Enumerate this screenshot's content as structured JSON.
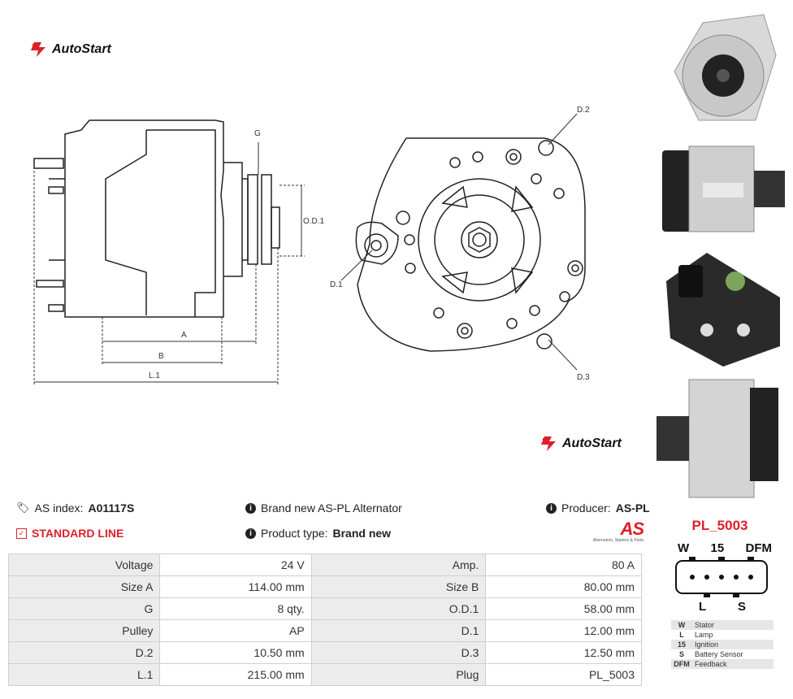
{
  "brand": {
    "name": "AutoStart"
  },
  "drawing_labels": {
    "g": "G",
    "od1": "O.D.1",
    "a": "A",
    "b": "B",
    "l1": "L.1",
    "d1": "D.1",
    "d2": "D.2",
    "d3": "D.3"
  },
  "info": {
    "as_index_label": "AS index:",
    "as_index_value": "A01117S",
    "standard_line": "STANDARD LINE",
    "brand_new_text": "Brand new AS-PL Alternator",
    "product_type_label": "Product type:",
    "product_type_value": "Brand new",
    "producer_label": "Producer:",
    "producer_value": "AS-PL",
    "as_logo_text": "AS",
    "as_logo_tagline": "Alternators, Starters & Parts"
  },
  "specs": [
    [
      {
        "label": "Voltage",
        "value": "24 V"
      },
      {
        "label": "Amp.",
        "value": "80 A"
      }
    ],
    [
      {
        "label": "Size A",
        "value": "114.00 mm"
      },
      {
        "label": "Size B",
        "value": "80.00 mm"
      }
    ],
    [
      {
        "label": "G",
        "value": "8 qty."
      },
      {
        "label": "O.D.1",
        "value": "58.00 mm"
      }
    ],
    [
      {
        "label": "Pulley",
        "value": "AP"
      },
      {
        "label": "D.1",
        "value": "12.00 mm"
      }
    ],
    [
      {
        "label": "D.2",
        "value": "10.50 mm"
      },
      {
        "label": "D.3",
        "value": "12.50 mm"
      }
    ],
    [
      {
        "label": "L.1",
        "value": "215.00 mm"
      },
      {
        "label": "Plug",
        "value": "PL_5003"
      }
    ]
  ],
  "plug": {
    "title": "PL_5003",
    "top_pins": [
      "W",
      "15",
      "DFM"
    ],
    "bottom_pins": [
      "L",
      "S"
    ],
    "legend": [
      {
        "key": "W",
        "desc": "Stator"
      },
      {
        "key": "L",
        "desc": "Lamp"
      },
      {
        "key": "15",
        "desc": "Ignition"
      },
      {
        "key": "S",
        "desc": "Battery Sensor"
      },
      {
        "key": "DFM",
        "desc": "Feedback"
      }
    ]
  },
  "colors": {
    "accent_red": "#e01e2b",
    "label_bg": "#ececec",
    "border": "#cfcfcf"
  }
}
